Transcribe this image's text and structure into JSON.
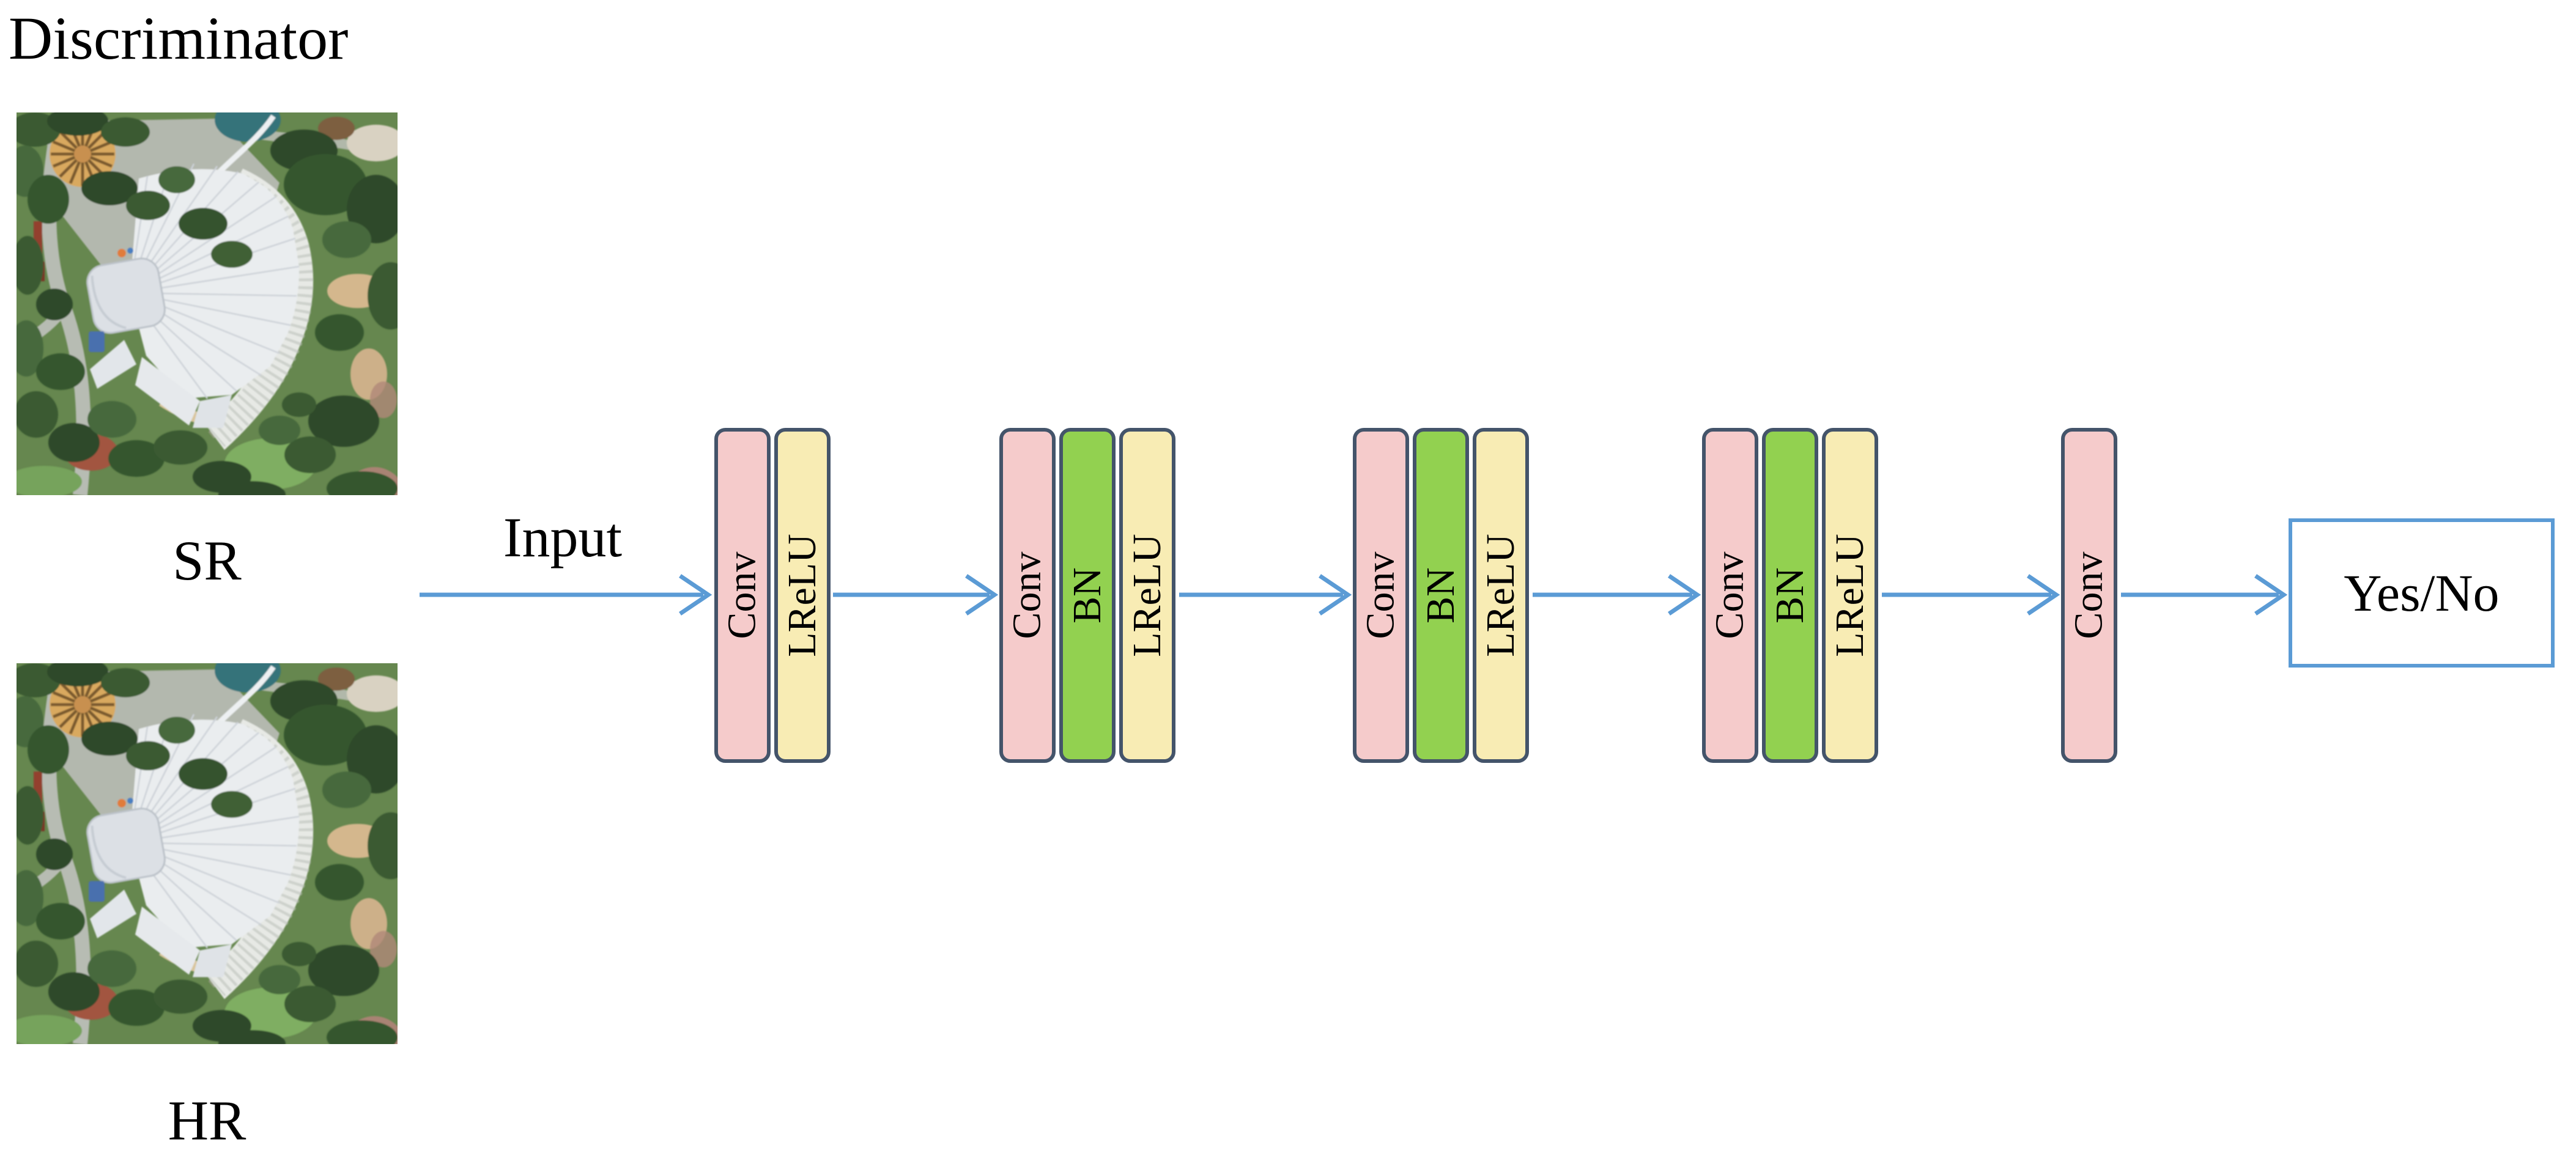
{
  "title": "Discriminator",
  "images": {
    "sr_label": "SR",
    "hr_label": "HR"
  },
  "flow": {
    "input_label": "Input"
  },
  "blocks": {
    "conv_label": "Conv",
    "bn_label": "BN",
    "lrelu_label": "LReLU",
    "groups": [
      [
        "Conv",
        "LReLU"
      ],
      [
        "Conv",
        "BN",
        "LReLU"
      ],
      [
        "Conv",
        "BN",
        "LReLU"
      ],
      [
        "Conv",
        "BN",
        "LReLU"
      ],
      [
        "Conv"
      ]
    ]
  },
  "output": {
    "label": "Yes/No"
  },
  "colors": {
    "conv": "#F5CBCB",
    "bn": "#92D150",
    "lrelu": "#F8ECB4",
    "block_border": "#44546A",
    "arrow": "#5B9BD5",
    "output_border": "#5B9BD5",
    "text": "#000000"
  }
}
